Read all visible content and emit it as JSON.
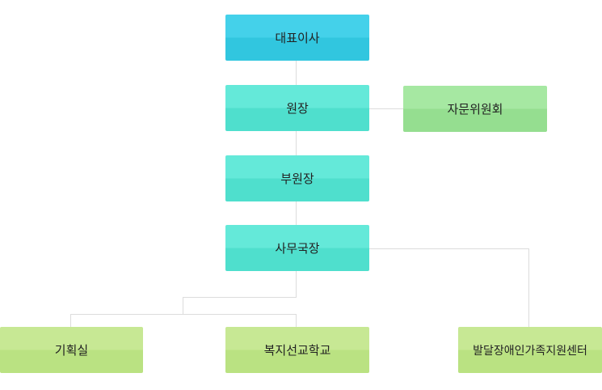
{
  "org_chart": {
    "ceo": "대표이사",
    "director": "원장",
    "advisory_committee": "자문위원회",
    "vice_director": "부원장",
    "secretary_general": "사무국장",
    "planning_office": "기획실",
    "welfare_school": "복지선교학교",
    "support_center": "발달장애인가족지원센터"
  },
  "colors": {
    "top": "#3ccbe5",
    "teal": "#58e3d2",
    "green": "#9de398",
    "lime": "#c1e58b",
    "connector": "#dcdcdc"
  }
}
